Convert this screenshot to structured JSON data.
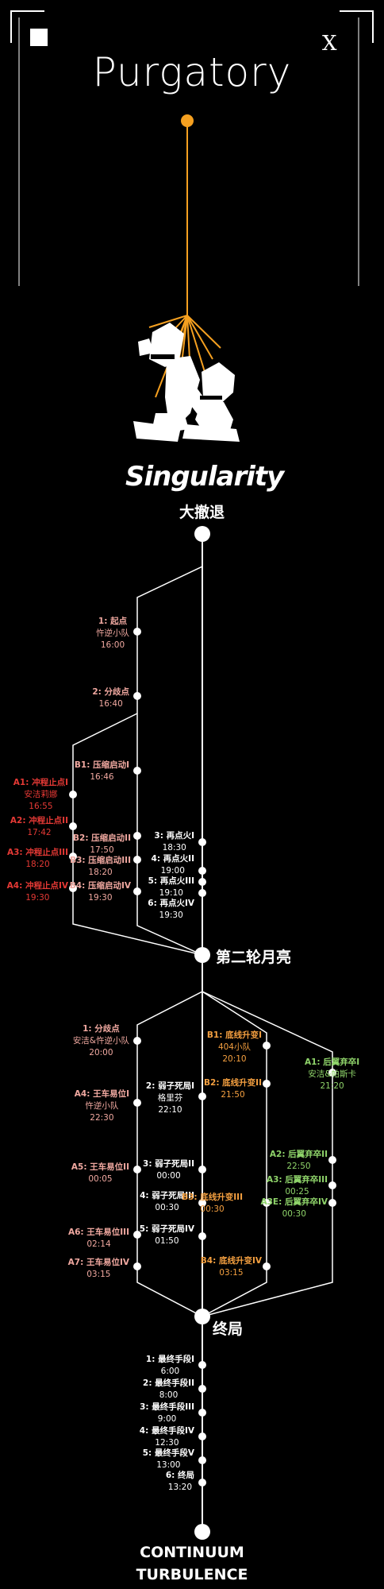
{
  "header": {
    "title": "Purgatory",
    "close_label": "X",
    "logo_text": "Singularity"
  },
  "sections": {
    "s1": "大撤退",
    "s2": "第二轮月亮",
    "s3": "终局",
    "ending_line1": "CONTINUUM",
    "ending_line2": "TURBULENCE"
  },
  "colors": {
    "accent": "#f5a020",
    "pink": "#f0a8a0",
    "red": "#e53935",
    "orange": "#f5a040",
    "green": "#8fd46a",
    "line": "#ffffff"
  },
  "nodes": {
    "n1": {
      "title": "1: 起点",
      "sub": [
        "忤逆小队",
        "16:00"
      ]
    },
    "n2": {
      "title": "2: 分歧点",
      "sub": [
        "16:40"
      ]
    },
    "b1": {
      "title": "B1: 压缩启动I",
      "sub": [
        "16:46"
      ]
    },
    "b2": {
      "title": "B2: 压缩启动II",
      "sub": [
        "17:50"
      ]
    },
    "b3": {
      "title": "B3: 压缩启动III",
      "sub": [
        "18:20"
      ]
    },
    "b4": {
      "title": "B4: 压缩启动IV",
      "sub": [
        "19:30"
      ]
    },
    "a1": {
      "title": "A1: 冲程止点I",
      "sub": [
        "安洁莉娜",
        "16:55"
      ]
    },
    "a2": {
      "title": "A2: 冲程止点II",
      "sub": [
        "17:42"
      ]
    },
    "a3": {
      "title": "A3: 冲程止点III",
      "sub": [
        "18:20"
      ]
    },
    "a4": {
      "title": "A4: 冲程止点IV",
      "sub": [
        "19:30"
      ]
    },
    "r3": {
      "title": "3: 再点火I",
      "sub": [
        "18:30"
      ]
    },
    "r4": {
      "title": "4: 再点火II",
      "sub": [
        "19:00"
      ]
    },
    "r5": {
      "title": "5: 再点火III",
      "sub": [
        "19:10"
      ]
    },
    "r6": {
      "title": "6: 再点火IV",
      "sub": [
        "19:30"
      ]
    },
    "m1": {
      "title": "1: 分歧点",
      "sub": [
        "安洁&忤逆小队",
        "20:00"
      ]
    },
    "m2": {
      "title": "2: 弱子死局I",
      "sub": [
        "格里芬",
        "22:10"
      ]
    },
    "m3": {
      "title": "3: 弱子死局II",
      "sub": [
        "00:00"
      ]
    },
    "m4": {
      "title": "4: 弱子死局III",
      "sub": [
        "00:30"
      ]
    },
    "m5": {
      "title": "5: 弱子死局IV",
      "sub": [
        "01:50"
      ]
    },
    "ma4": {
      "title": "A4: 王车易位I",
      "sub": [
        "忤逆小队",
        "22:30"
      ]
    },
    "ma5": {
      "title": "A5: 王车易位II",
      "sub": [
        "00:05"
      ]
    },
    "ma6": {
      "title": "A6: 王车易位III",
      "sub": [
        "02:14"
      ]
    },
    "ma7": {
      "title": "A7: 王车易位IV",
      "sub": [
        "03:15"
      ]
    },
    "ob1": {
      "title": "B1: 底线升变I",
      "sub": [
        "404小队",
        "20:10"
      ]
    },
    "ob2": {
      "title": "B2: 底线升变II",
      "sub": [
        "21:50"
      ]
    },
    "ob3": {
      "title": "B3: 底线升变III",
      "sub": [
        "00:30"
      ]
    },
    "ob4": {
      "title": "B4: 底线升变IV",
      "sub": [
        "03:15"
      ]
    },
    "ga1": {
      "title": "A1: 后翼弃卒I",
      "sub": [
        "安洁&帕斯卡",
        "21:20"
      ]
    },
    "ga2": {
      "title": "A2: 后翼弃卒II",
      "sub": [
        "22:50"
      ]
    },
    "ga3": {
      "title": "A3: 后翼弃卒III",
      "sub": [
        "00:25"
      ]
    },
    "ga3e": {
      "title": "A3E: 后翼弃卒IV",
      "sub": [
        "00:30"
      ]
    },
    "f1": {
      "title": "1: 最终手段I",
      "sub": [
        "6:00"
      ]
    },
    "f2": {
      "title": "2: 最终手段II",
      "sub": [
        "8:00"
      ]
    },
    "f3": {
      "title": "3: 最终手段III",
      "sub": [
        "9:00"
      ]
    },
    "f4": {
      "title": "4: 最终手段IV",
      "sub": [
        "12:30"
      ]
    },
    "f5": {
      "title": "5: 最终手段V",
      "sub": [
        "13:00"
      ]
    },
    "f6": {
      "title": "6: 终局",
      "sub": [
        "13:20"
      ]
    }
  }
}
